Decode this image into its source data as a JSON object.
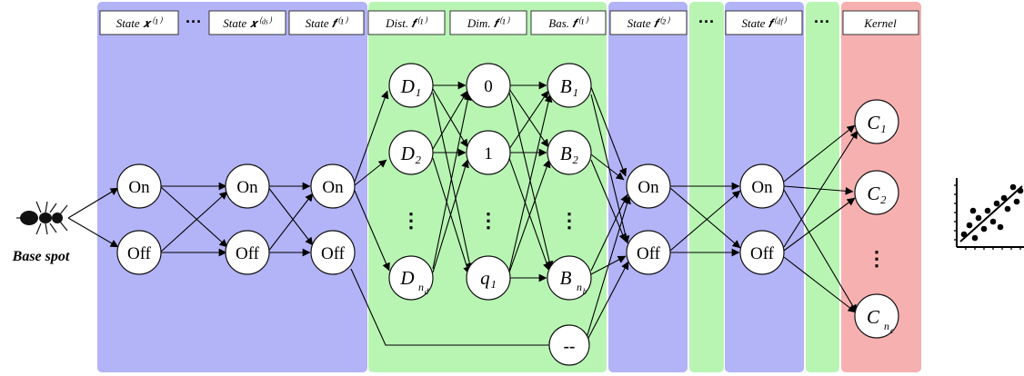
{
  "headers": {
    "state_x1": "State 𝒙⁽¹⁾",
    "state_xds": "State 𝒙⁽ᵈˢ⁾",
    "state_f1": "State 𝒇⁽¹⁾",
    "dist_f1": "Dist. 𝒇⁽¹⁾",
    "dim_f1": "Dim. 𝒇⁽¹⁾",
    "bas_f1": "Bas. 𝒇⁽¹⁾",
    "state_f2": "State 𝒇⁽²⁾",
    "state_fdf": "State 𝒇⁽ᵈᶠ⁾",
    "kernel": "Kernel"
  },
  "ellipsis": "···",
  "vertical_ellipsis": "⋮",
  "base_spot_label": "Base spot",
  "nodes": {
    "on": "On",
    "off": "Off",
    "d1": "D₁",
    "d2": "D₂",
    "dnd": "D_nd",
    "dim0": "0",
    "dim1": "1",
    "q1": "q₁",
    "b1": "B₁",
    "b2": "B₂",
    "bnb": "B_nb",
    "dash": "--",
    "c1": "C₁",
    "c2": "C₂",
    "cnc": "C_nc"
  },
  "colors": {
    "blue_column": "#b3b3f7",
    "green_column": "#b8f5b3",
    "red_column": "#f7b0b0"
  }
}
